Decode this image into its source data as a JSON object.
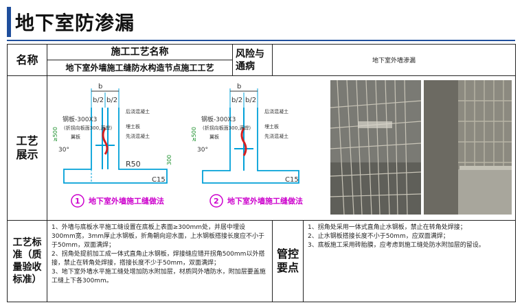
{
  "page": {
    "title": "地下室防渗漏"
  },
  "table": {
    "name_label": "名称",
    "process_name_header": "施工工艺名称",
    "process_name_value": "地下室外墙施工缝防水构造节点施工工艺",
    "risk_label": "风险与通病",
    "risk_value": "地下室外墙渗漏",
    "display_label": "工艺展示",
    "standard_label": "工艺标准（质量验收标准）",
    "control_label": "管控要点",
    "standard_items": [
      "1、外墙与底板水平施工缝设置在底板上表面≥300mm处，并居中埋设300mm宽，3mm厚止水钢板，折角朝向迎水面，上水钢板搭接长度应不小于于50mm，双面满焊；",
      "2、拐角处提前加工成一体式直角止水钢板，焊接缝应错开拐角500mm以外搭接，禁止在转角处焊接，搭接长度不少于50mm，双面满焊；",
      "3、地下室外墙水平施工缝处增加防水附加层，材质同外墙防水，附加层要盖施工缝上下各300mm。"
    ],
    "control_items": [
      "1、拐角处采用一体式直角止水钢板，禁止在转角处焊接；",
      "2、止水钢板搭接长度不小于50mm，应双面满焊；",
      "3、底板施工采用砖胎膜，应考虑到施工缝处防水附加层的留设。"
    ]
  },
  "drawings": [
    {
      "number": "1",
      "caption": "地下室外墙施工缝做法",
      "labels": {
        "b": "b",
        "b2": "b/2",
        "steel": "钢板-300X3",
        "steel_note": "(折拐向板面300,满焊)",
        "flange": "翼板",
        "pour_later": "后浇混凝土",
        "soil": "埋土板",
        "pour_first": "先浇混凝土",
        "r50": "R50",
        "c15": "C15",
        "dim1": "≥500",
        "dim2": "300",
        "angle": "30°"
      }
    },
    {
      "number": "2",
      "caption": "地下室外墙施工缝做法",
      "labels": {
        "b": "b",
        "b2": "b/2",
        "steel": "钢板-300X3",
        "steel_note": "(折拐向板面300,满焊)",
        "flange": "翼板",
        "pour_later": "后浇混凝土",
        "soil": "埋土板",
        "pour_first": "先浇混凝土",
        "c15": "C15",
        "dim1": "≥500",
        "angle": "30°"
      }
    }
  ],
  "colors": {
    "accent": "#1f4e9c",
    "drawing_cyan": "#00a0d8",
    "caption": "#cc00cc",
    "bar_red": "#d62020",
    "dim_green": "#1a8f2a"
  }
}
